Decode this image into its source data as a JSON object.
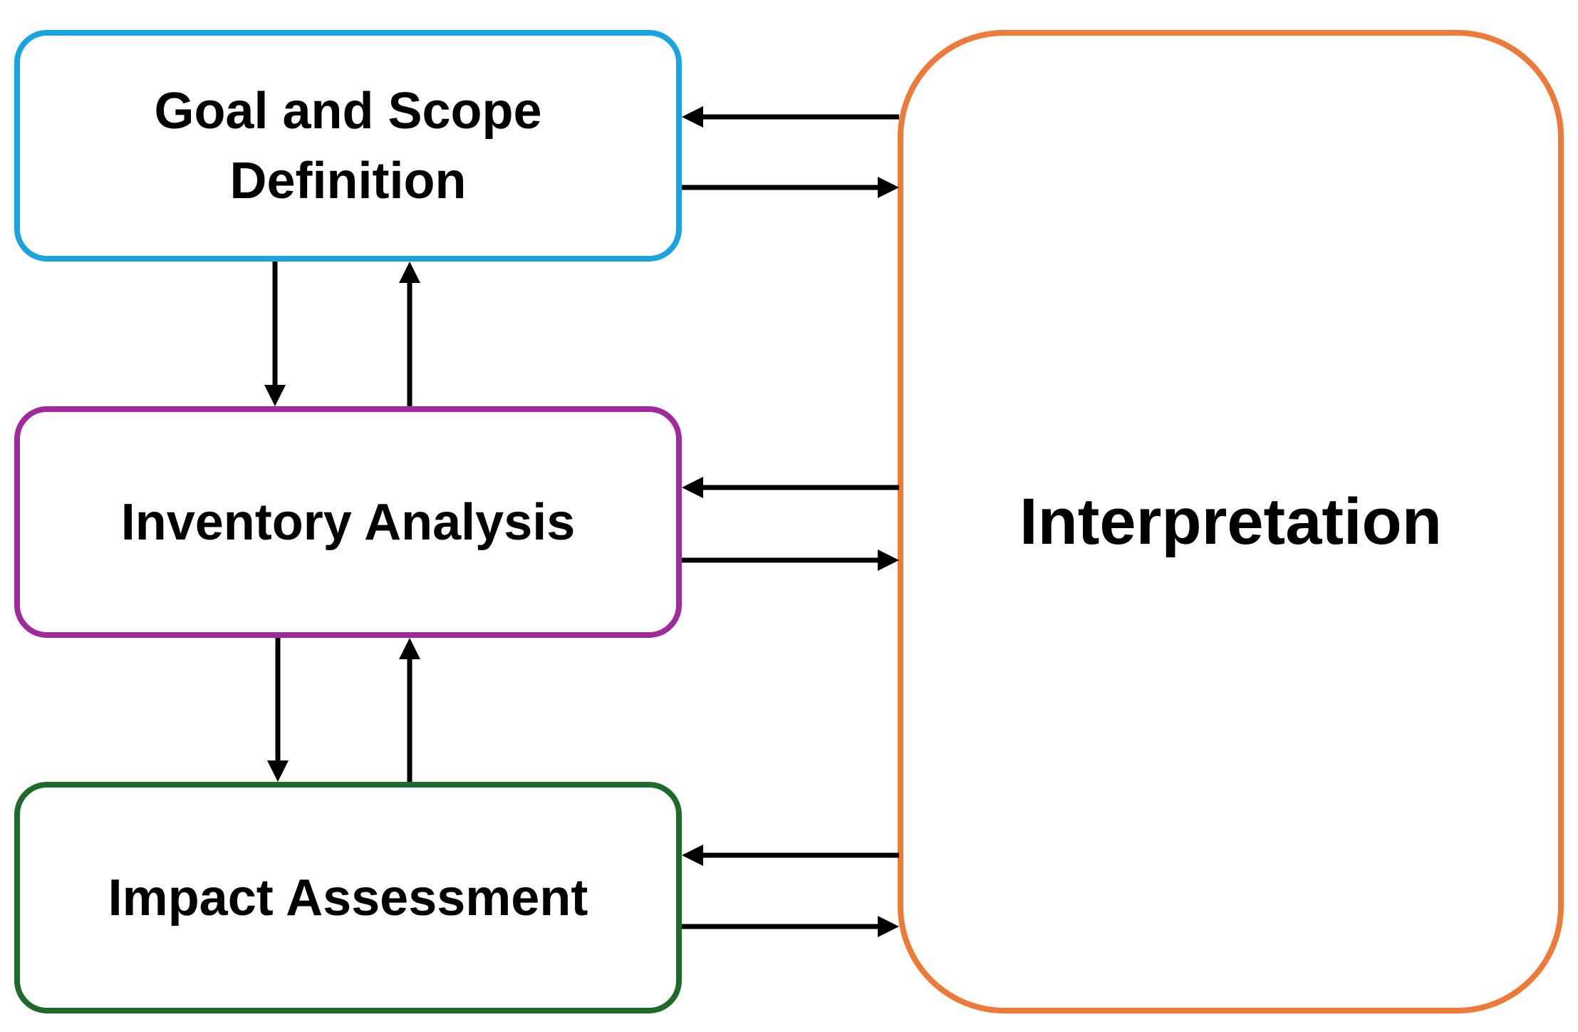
{
  "diagram": {
    "boxes": {
      "goal": {
        "label": "Goal and Scope\nDefinition",
        "color": "#1aa3df"
      },
      "inventory": {
        "label": "Inventory Analysis",
        "color": "#a02a9c"
      },
      "impact": {
        "label": "Impact Assessment",
        "color": "#1e6a2a"
      },
      "interpretation": {
        "label": "Interpretation",
        "color": "#ee7a3a"
      }
    },
    "arrow_color": "#000000",
    "connections": [
      {
        "from": "goal",
        "to": "inventory"
      },
      {
        "from": "inventory",
        "to": "goal"
      },
      {
        "from": "inventory",
        "to": "impact"
      },
      {
        "from": "impact",
        "to": "inventory"
      },
      {
        "from": "interpretation",
        "to": "goal"
      },
      {
        "from": "goal",
        "to": "interpretation"
      },
      {
        "from": "interpretation",
        "to": "inventory"
      },
      {
        "from": "inventory",
        "to": "interpretation"
      },
      {
        "from": "interpretation",
        "to": "impact"
      },
      {
        "from": "impact",
        "to": "interpretation"
      }
    ]
  }
}
